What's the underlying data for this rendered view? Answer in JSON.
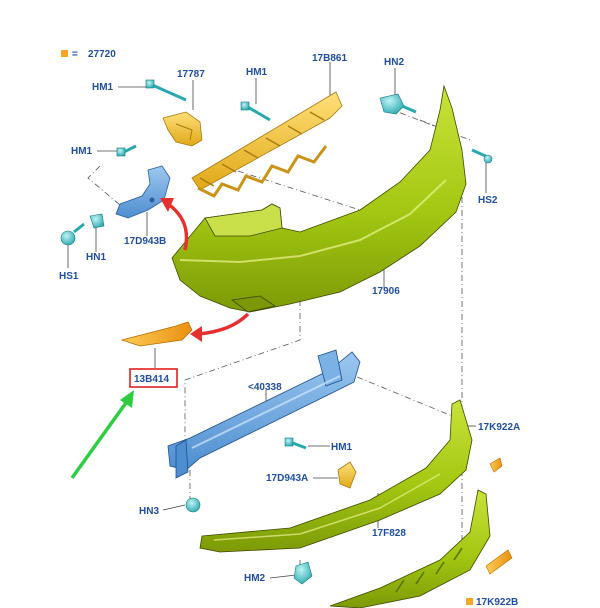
{
  "diagram": {
    "legend": {
      "symbol": "=",
      "code": "27720",
      "swatch_color": "#f5a623"
    },
    "labels": {
      "hm1_a": "HM1",
      "hm1_b": "HM1",
      "hm1_c": "HM1",
      "hm1_d": "HM1",
      "p17787": "17787",
      "p17b861": "17B861",
      "hn2": "HN2",
      "hs2": "HS2",
      "p17d943b": "17D943B",
      "hn1": "HN1",
      "hs1": "HS1",
      "p17906": "17906",
      "p13b414": "13B414",
      "p40338": "<40338",
      "p17k922a": "17K922A",
      "p17d943a": "17D943A",
      "hn3": "HN3",
      "p17f828": "17F828",
      "hm2": "HM2",
      "p17k922b": "17K922B"
    },
    "colors": {
      "label_text": "#1f4e9c",
      "bumper_green": "#a8cc14",
      "reinforcement_blue": "#6aa8e0",
      "bracket_yellow": "#f2c230",
      "reflector_orange": "#f5a623",
      "fastener_teal": "#3fc4c9",
      "highlight_box": "#e02020",
      "callout_arrow_red": "#e53030",
      "pointer_arrow_green": "#2ecc40"
    }
  }
}
